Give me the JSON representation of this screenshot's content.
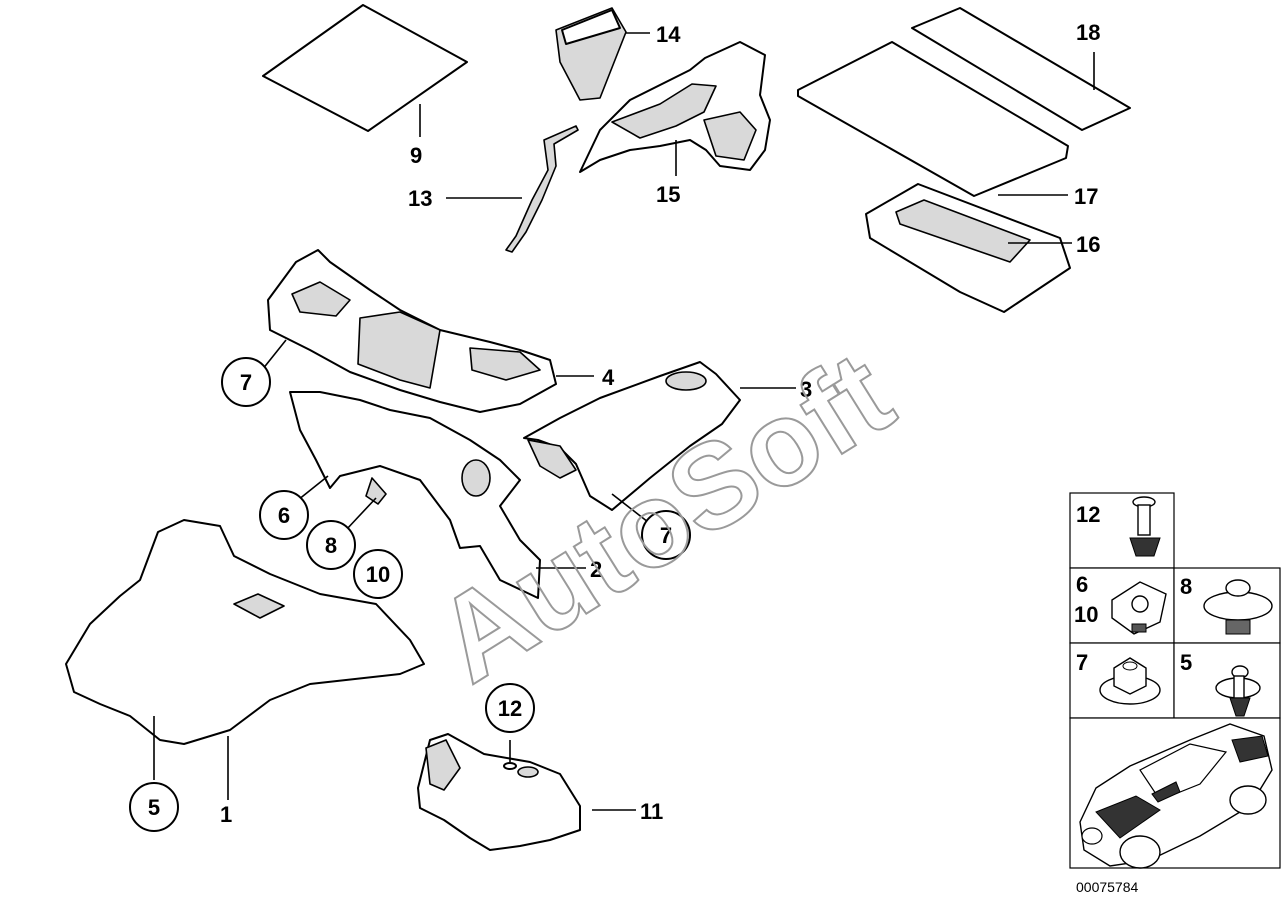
{
  "watermark": "AutoSoft",
  "diagram_number": "00075784",
  "part_labels": {
    "p1": "1",
    "p2": "2",
    "p3": "3",
    "p4": "4",
    "p9": "9",
    "p11": "11",
    "p13": "13",
    "p14": "14",
    "p15": "15",
    "p16": "16",
    "p17": "17",
    "p18": "18"
  },
  "callouts": {
    "c7a": "7",
    "c6": "6",
    "c8": "8",
    "c10": "10",
    "c7b": "7",
    "c5": "5",
    "c12": "12"
  },
  "legend": {
    "r1": "12",
    "r2a": "6",
    "r2b": "10",
    "r2c": "8",
    "r3a": "7",
    "r3b": "5"
  }
}
